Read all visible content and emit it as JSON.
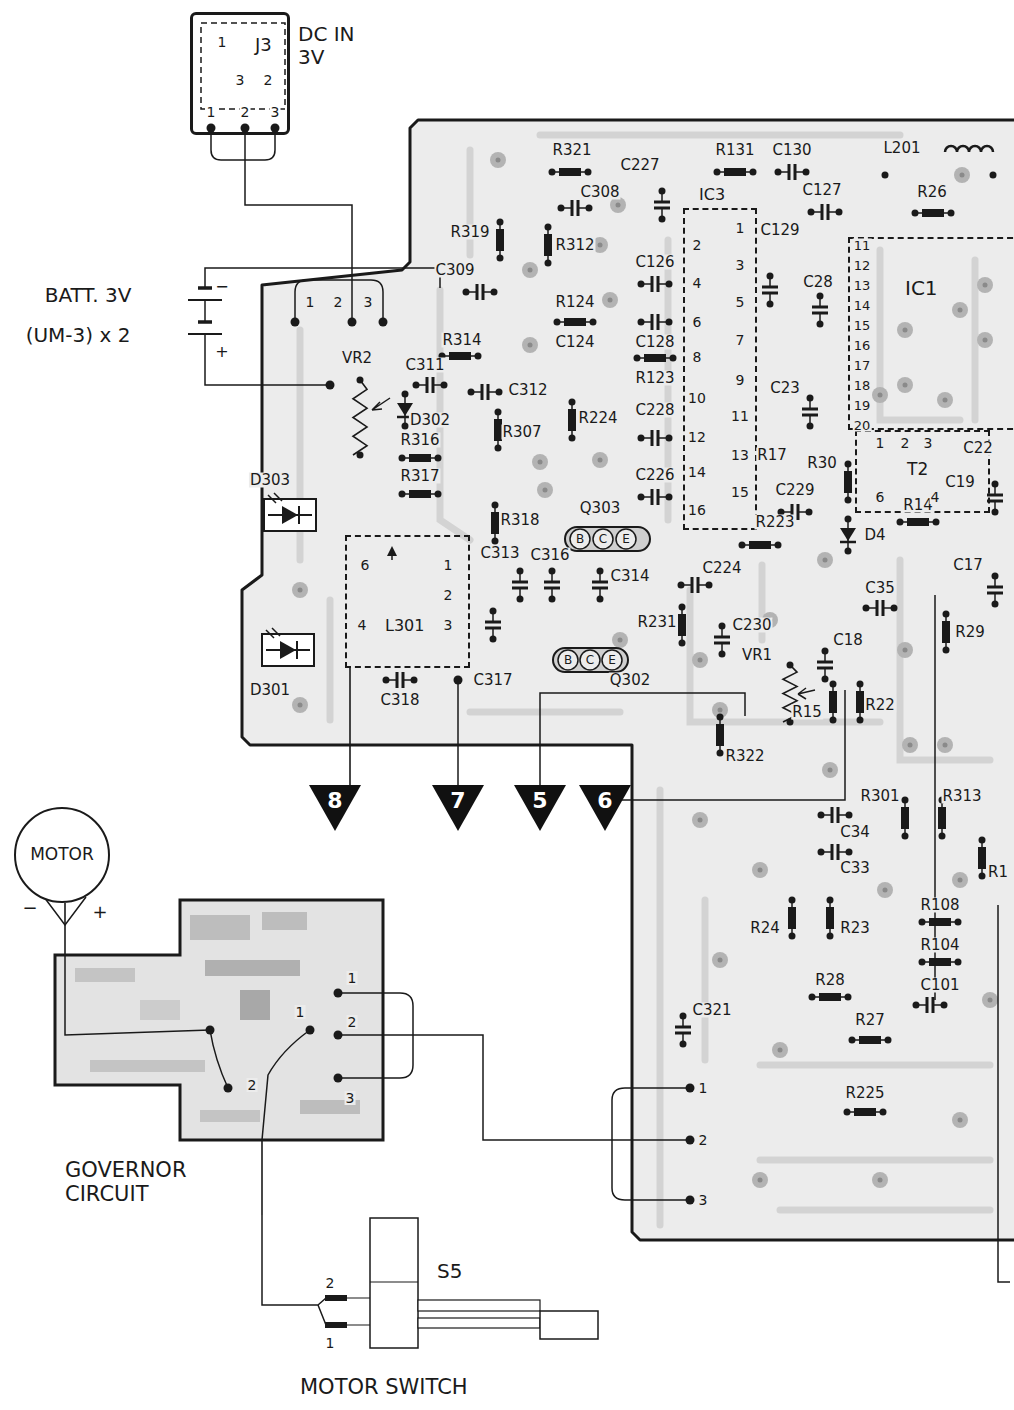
{
  "diagram": {
    "nodes": [
      {
        "text": [
          "J3",
          "DC IN 3V"
        ]
      },
      {
        "text": [
          "MOTOR"
        ]
      },
      {
        "text": [
          "GOVERNOR CIRCUIT"
        ]
      },
      {
        "text": [
          "S5",
          "MOTOR SWITCH"
        ]
      },
      {
        "text": [
          "IC3"
        ]
      },
      {
        "text": [
          "IC1"
        ]
      },
      {
        "text": [
          "T2"
        ]
      },
      {
        "text": [
          "L301"
        ]
      },
      {
        "text": [
          "8"
        ]
      },
      {
        "text": [
          "7"
        ]
      },
      {
        "text": [
          "5"
        ]
      },
      {
        "text": [
          "6"
        ]
      }
    ],
    "edges": [
      {
        "from": 1,
        "to": 2,
        "arrow": "none"
      },
      {
        "from": 2,
        "to": 3,
        "arrow": "none"
      },
      {
        "from": 7,
        "to": 8,
        "arrow": "none"
      }
    ],
    "labels": [
      "BATT. 3V",
      "(UM-3) x 2",
      "−",
      "+",
      "1",
      "3",
      "2",
      "1",
      "2",
      "3",
      "1",
      "2",
      "3",
      "VR2",
      "R321",
      "C227",
      "R131",
      "C130",
      "L201",
      "C308",
      "C127",
      "R26",
      "R319",
      "R312",
      "C129",
      "C309",
      "C126",
      "C28",
      "R124",
      "C124",
      "C128",
      "R123",
      "R314",
      "C311",
      "C312",
      "C23",
      "D302",
      "R307",
      "R224",
      "C228",
      "R316",
      "R17",
      "R30",
      "R317",
      "C226",
      "C229",
      "D303",
      "R318",
      "Q303",
      "R223",
      "D4",
      "R14",
      "C19",
      "C22",
      "C313",
      "C316",
      "C314",
      "C224",
      "C17",
      "C35",
      "R231",
      "C230",
      "C18",
      "R29",
      "C317",
      "C318",
      "D301",
      "Q302",
      "VR1",
      "R15",
      "R22",
      "R322",
      "R301",
      "R313",
      "C34",
      "C33",
      "R1",
      "R24",
      "R23",
      "R108",
      "R104",
      "R28",
      "C101",
      "C321",
      "R27",
      "R225",
      "1",
      "2",
      "3",
      "1",
      "2",
      "3",
      "1",
      "2",
      "2",
      "1",
      "−",
      "+",
      "B",
      "C",
      "E",
      "B",
      "C",
      "E",
      "2",
      "4",
      "6",
      "8",
      "10",
      "12",
      "14",
      "16",
      "1",
      "3",
      "5",
      "7",
      "9",
      "11",
      "13",
      "15",
      "11",
      "12",
      "13",
      "14",
      "15",
      "16",
      "17",
      "18",
      "19",
      "20",
      "1",
      "2",
      "3",
      "6",
      "4",
      "6",
      "1",
      "2",
      "4",
      "3"
    ]
  }
}
